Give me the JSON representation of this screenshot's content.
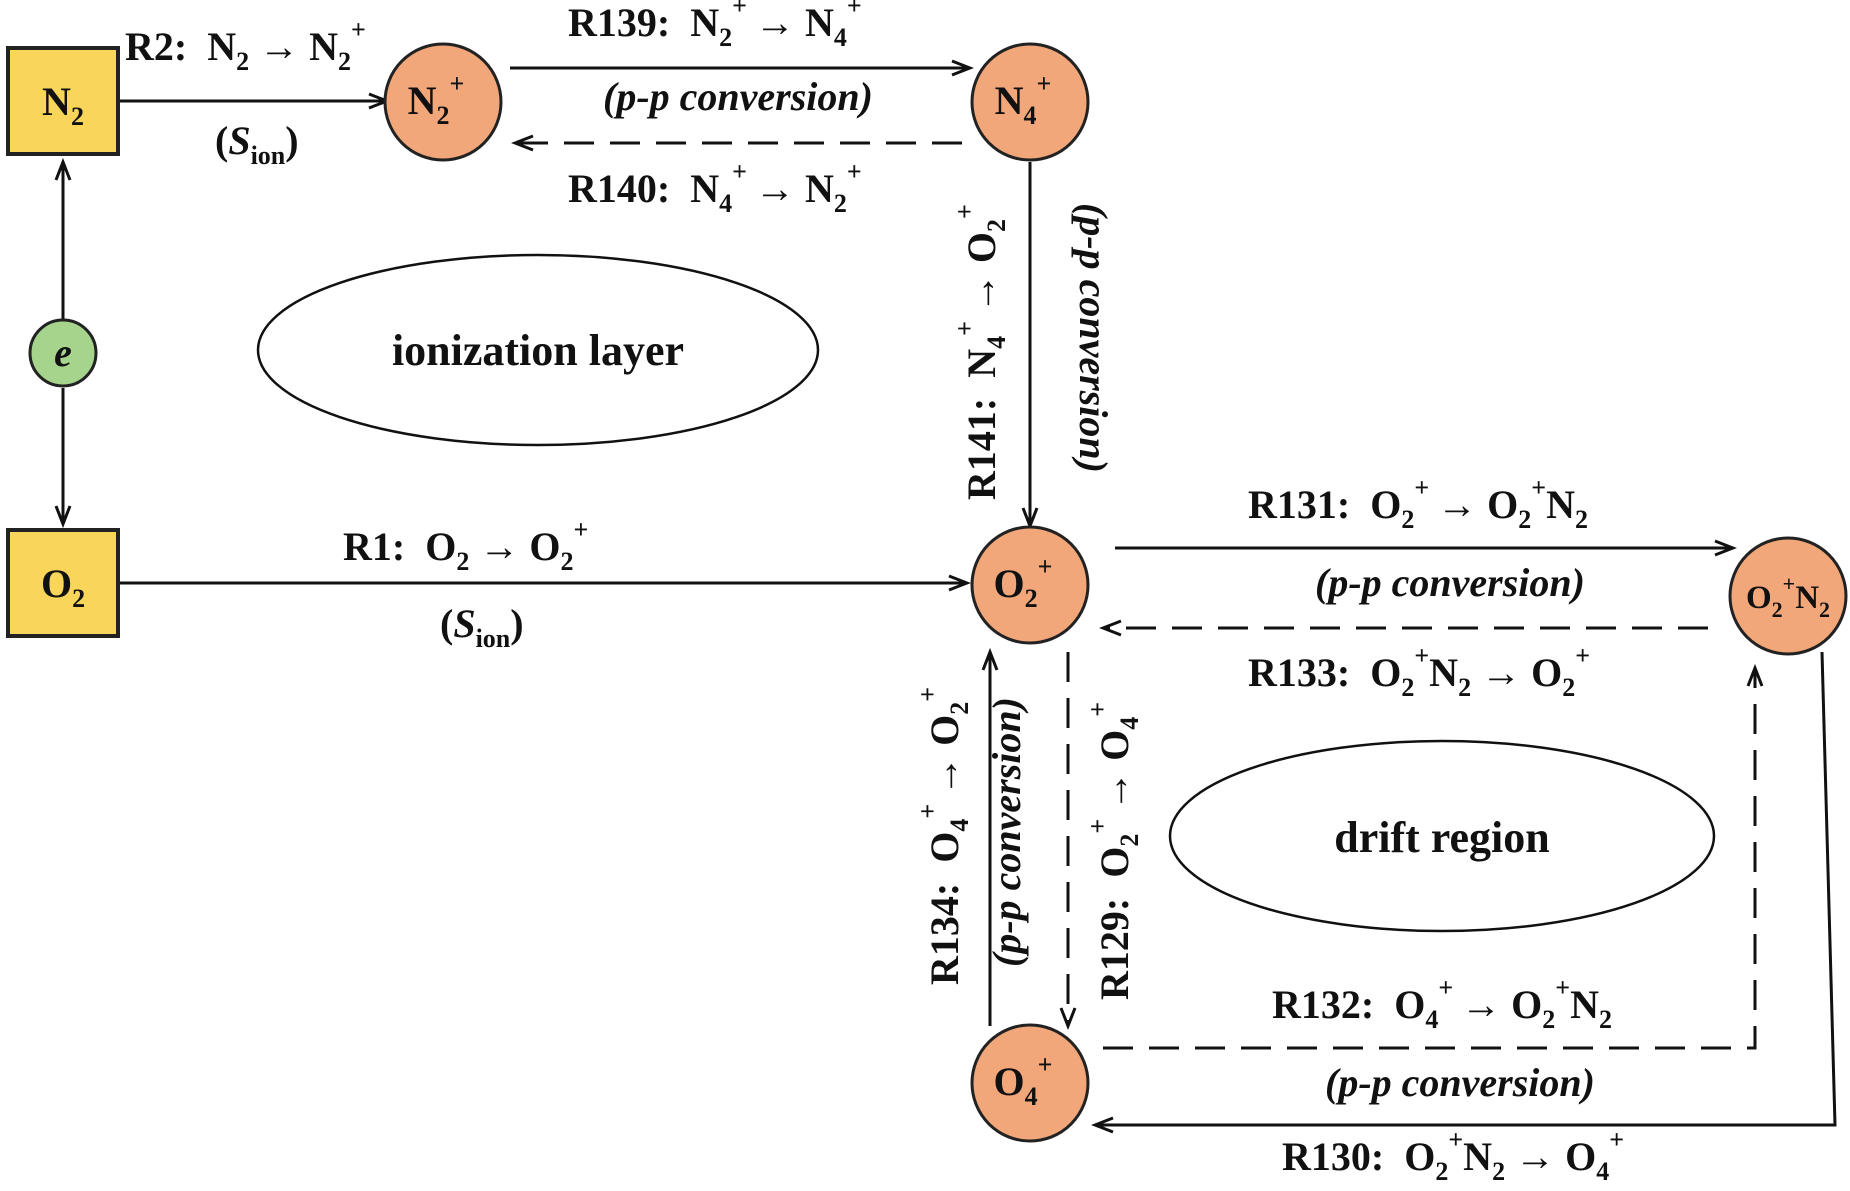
{
  "colors": {
    "neutral_box_fill": "#f9d65a",
    "neutral_box_stroke": "#222222",
    "ion_circle_fill": "#f2a77a",
    "electron_circle_fill": "#a6d48c",
    "line": "#111111"
  },
  "species": {
    "n2": {
      "base": "N",
      "sub": "2",
      "sup": ""
    },
    "o2": {
      "base": "O",
      "sub": "2",
      "sup": ""
    },
    "electron": {
      "base": "e"
    },
    "n2_ion": {
      "base": "N",
      "sub": "2",
      "sup": "+"
    },
    "n4_ion": {
      "base": "N",
      "sub": "4",
      "sup": "+"
    },
    "o2_ion": {
      "base": "O",
      "sub": "2",
      "sup": "+"
    },
    "o2n2_ion": {
      "base1": "O",
      "sub1": "2",
      "sup1": "+",
      "base2": "N",
      "sub2": "2"
    },
    "o4_ion": {
      "base": "O",
      "sub": "4",
      "sup": "+"
    }
  },
  "regions": {
    "ionization": "ionization layer",
    "drift": "drift region"
  },
  "labels": {
    "pp_conversion": "(p-p conversion)",
    "sion_base": "S",
    "sion_sub": "ion",
    "arrow": "→"
  },
  "reactions": {
    "r2": {
      "id": "R2:"
    },
    "r1": {
      "id": "R1:"
    },
    "r139": {
      "id": "R139:"
    },
    "r140": {
      "id": "R140:"
    },
    "r141": {
      "id": "R141:"
    },
    "r131": {
      "id": "R131:"
    },
    "r133": {
      "id": "R133:"
    },
    "r134": {
      "id": "R134:"
    },
    "r129": {
      "id": "R129:"
    },
    "r132": {
      "id": "R132:"
    },
    "r130": {
      "id": "R130:"
    }
  }
}
